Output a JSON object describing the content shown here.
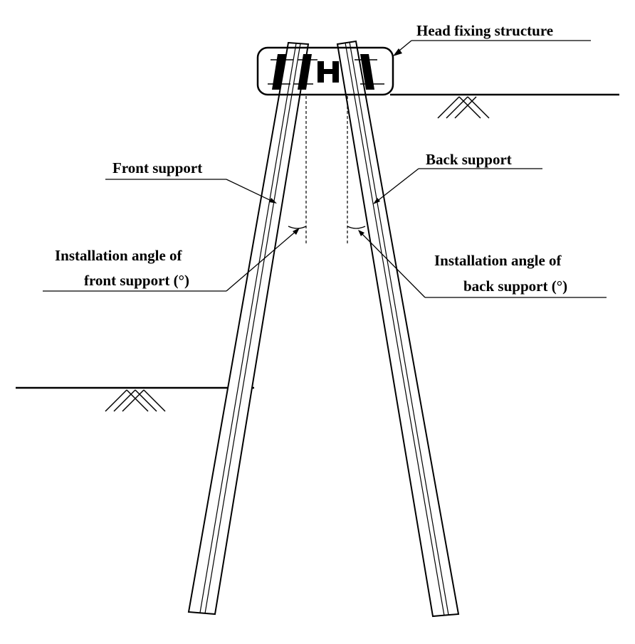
{
  "labels": {
    "head_fixing": "Head fixing structure",
    "front_support": "Front support",
    "back_support": "Back support",
    "front_angle_line1": "Installation angle of",
    "front_angle_line2": "front support (°)",
    "back_angle_line1": "Installation angle of",
    "back_angle_line2": "back support (°)"
  },
  "colors": {
    "line": "#000000",
    "background": "#ffffff"
  }
}
